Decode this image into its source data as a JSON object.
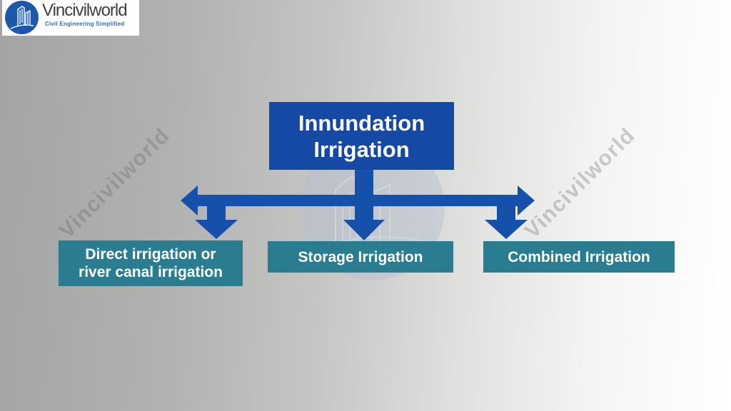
{
  "brand": {
    "name": "Vincivilworld",
    "tagline": "Civil Engineering Simplified",
    "name_color": "#3f3f3f",
    "tagline_color": "#2e6db5",
    "circle_color": "#1b58ac"
  },
  "watermarks": {
    "left_text": "Vincivilworld",
    "right_text": "Vincivilworld"
  },
  "diagram": {
    "connector_color": "#1550ab",
    "root": {
      "label": "Innundation Irrigation",
      "line1": "Innundation",
      "line2": "Irrigation",
      "bg_color": "#1549a6",
      "text_color": "#ffffff"
    },
    "children": [
      {
        "label": "Direct irrigation or river canal irrigation",
        "line1": "Direct irrigation or",
        "line2": "river canal irrigation",
        "bg_color": "#2a7d90",
        "text_color": "#ffffff"
      },
      {
        "label": "Storage Irrigation",
        "bg_color": "#2a7d90",
        "text_color": "#ffffff"
      },
      {
        "label": "Combined Irrigation",
        "bg_color": "#2a7d90",
        "text_color": "#ffffff"
      }
    ]
  }
}
